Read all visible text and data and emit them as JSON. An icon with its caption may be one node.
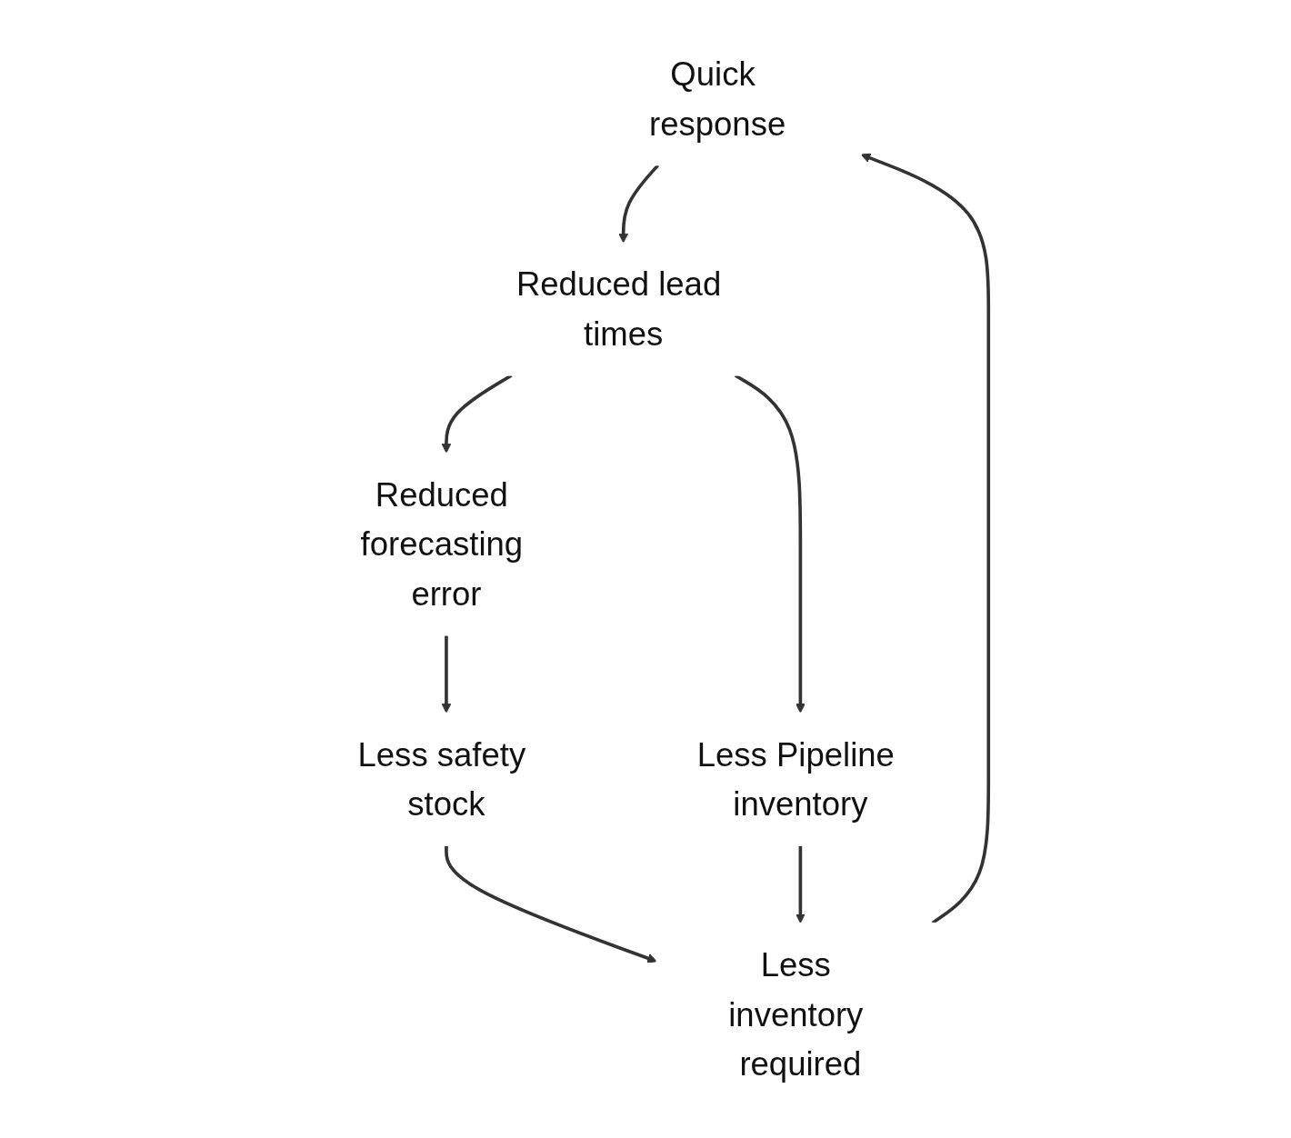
{
  "diagram": {
    "nodes": [
      {
        "text": [
          "Quick response"
        ]
      },
      {
        "text": [
          "Reduced lead times"
        ]
      },
      {
        "text": [
          "Less Pipeline inventory"
        ]
      },
      {
        "text": [
          "Reduced forecasting error"
        ]
      },
      {
        "text": [
          "Less safety stock"
        ]
      },
      {
        "text": [
          "Less inventory required"
        ]
      }
    ],
    "edges": [
      {
        "from": 5,
        "to": 0,
        "arrow": "to"
      },
      {
        "from": 0,
        "to": 1,
        "arrow": "to"
      },
      {
        "from": 1,
        "to": 2,
        "arrow": "to"
      },
      {
        "from": 1,
        "to": 3,
        "arrow": "to"
      },
      {
        "from": 3,
        "to": 4,
        "arrow": "to"
      },
      {
        "from": 4,
        "to": 5,
        "arrow": "to"
      },
      {
        "from": 2,
        "to": 5,
        "arrow": "to"
      }
    ]
  }
}
